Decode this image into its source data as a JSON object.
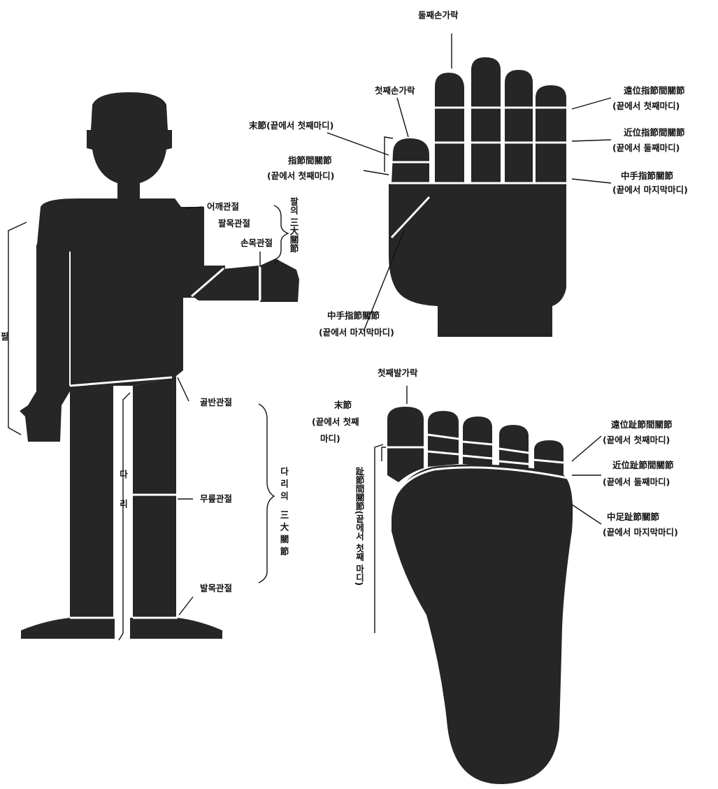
{
  "figure_body": {
    "shoulder": "어깨관절",
    "elbow": "팔목관절",
    "wrist": "손목관절",
    "arm_group": "팔의 三大關節",
    "arm": "팔",
    "hip": "골반관절",
    "knee": "무릎관절",
    "ankle": "발목관절",
    "leg_group": "다리의 三大關節",
    "leg": "다리"
  },
  "hand": {
    "second_finger": "둘째손가락",
    "first_finger": "첫째손가락",
    "end_joint": "末節(끝에서 첫째마디)",
    "thumb_ip": "指節間關節",
    "thumb_ip_sub": "(끝에서 첫째마디)",
    "dip": "遠位指節間關節",
    "dip_sub": "(끝에서 첫째마디)",
    "pip": "近位指節間關節",
    "pip_sub": "(끝에서 둘째마디)",
    "mcp": "中手指節關節",
    "mcp_sub": "(끝에서 마지막마디)",
    "thumb_mcp": "中手指節關節",
    "thumb_mcp_sub": "(끝에서 마지막마디)"
  },
  "foot": {
    "first_toe": "첫째발가락",
    "end_joint": "末節",
    "end_joint_sub1": "(끝에서 첫째",
    "end_joint_sub2": "마디)",
    "big_toe_ip": "趾節間關節(끝에서 첫째 마디)",
    "dip": "遠位趾節間關節",
    "dip_sub": "(끝에서 첫째마디)",
    "pip": "近位趾節間關節",
    "pip_sub": "(끝에서 둘째마디)",
    "mtp": "中足趾節關節",
    "mtp_sub": "(끝에서 마지막마디)"
  }
}
